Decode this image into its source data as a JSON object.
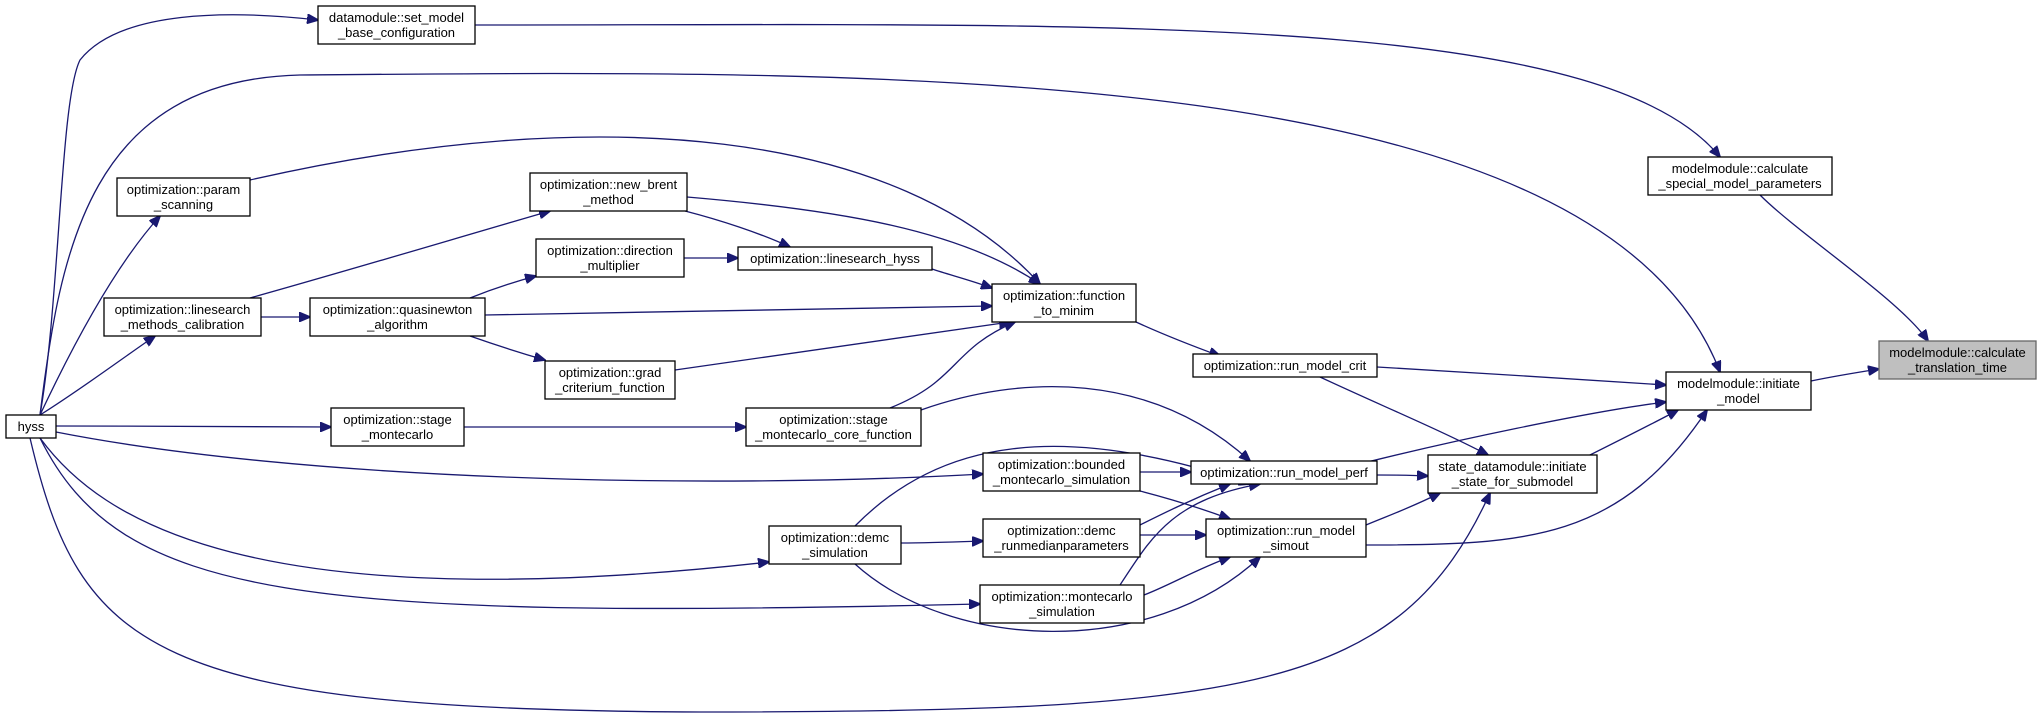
{
  "graph": {
    "root": "calc_translation_time",
    "nodes": [
      {
        "id": "calc_translation_time",
        "lines": [
          "modelmodule::calculate",
          "_translation_time"
        ],
        "root": true
      },
      {
        "id": "set_model_base_config",
        "lines": [
          "datamodule::set_model",
          "_base_configuration"
        ]
      },
      {
        "id": "calc_special_params",
        "lines": [
          "modelmodule::calculate",
          "_special_model_parameters"
        ]
      },
      {
        "id": "initiate_model",
        "lines": [
          "modelmodule::initiate",
          "_model"
        ]
      },
      {
        "id": "param_scanning",
        "lines": [
          "optimization::param",
          "_scanning"
        ]
      },
      {
        "id": "new_brent_method",
        "lines": [
          "optimization::new_brent",
          "_method"
        ]
      },
      {
        "id": "direction_multiplier",
        "lines": [
          "optimization::direction",
          "_multiplier"
        ]
      },
      {
        "id": "linesearch_hyss",
        "lines": [
          "optimization::linesearch_hyss"
        ]
      },
      {
        "id": "linesearch_methods_calibration",
        "lines": [
          "optimization::linesearch",
          "_methods_calibration"
        ]
      },
      {
        "id": "quasinewton_algorithm",
        "lines": [
          "optimization::quasinewton",
          "_algorithm"
        ]
      },
      {
        "id": "function_to_minim",
        "lines": [
          "optimization::function",
          "_to_minim"
        ]
      },
      {
        "id": "grad_criterium_function",
        "lines": [
          "optimization::grad",
          "_criterium_function"
        ]
      },
      {
        "id": "run_model_crit",
        "lines": [
          "optimization::run_model_crit"
        ]
      },
      {
        "id": "hyss",
        "lines": [
          "hyss"
        ]
      },
      {
        "id": "stage_montecarlo",
        "lines": [
          "optimization::stage",
          "_montecarlo"
        ]
      },
      {
        "id": "stage_montecarlo_core_function",
        "lines": [
          "optimization::stage",
          "_montecarlo_core_function"
        ]
      },
      {
        "id": "bounded_montecarlo_simulation",
        "lines": [
          "optimization::bounded",
          "_montecarlo_simulation"
        ]
      },
      {
        "id": "run_model_perf",
        "lines": [
          "optimization::run_model_perf"
        ]
      },
      {
        "id": "initiate_state_for_submodel",
        "lines": [
          "state_datamodule::initiate",
          "_state_for_submodel"
        ]
      },
      {
        "id": "demc_simulation",
        "lines": [
          "optimization::demc",
          "_simulation"
        ]
      },
      {
        "id": "demc_runmedianparameters",
        "lines": [
          "optimization::demc",
          "_runmedianparameters"
        ]
      },
      {
        "id": "run_model_simout",
        "lines": [
          "optimization::run_model",
          "_simout"
        ]
      },
      {
        "id": "montecarlo_simulation",
        "lines": [
          "optimization::montecarlo",
          "_simulation"
        ]
      }
    ],
    "edges": [
      {
        "from": "initiate_model",
        "to": "calc_translation_time"
      },
      {
        "from": "calc_special_params",
        "to": "calc_translation_time"
      },
      {
        "from": "set_model_base_config",
        "to": "calc_special_params"
      },
      {
        "from": "hyss",
        "to": "set_model_base_config"
      },
      {
        "from": "hyss",
        "to": "initiate_model"
      },
      {
        "from": "run_model_crit",
        "to": "initiate_model"
      },
      {
        "from": "run_model_perf",
        "to": "initiate_model"
      },
      {
        "from": "initiate_state_for_submodel",
        "to": "initiate_model"
      },
      {
        "from": "run_model_simout",
        "to": "initiate_model"
      },
      {
        "from": "function_to_minim",
        "to": "run_model_crit"
      },
      {
        "from": "run_model_crit",
        "to": "initiate_state_for_submodel"
      },
      {
        "from": "run_model_perf",
        "to": "initiate_state_for_submodel"
      },
      {
        "from": "run_model_simout",
        "to": "initiate_state_for_submodel"
      },
      {
        "from": "hyss",
        "to": "initiate_state_for_submodel"
      },
      {
        "from": "param_scanning",
        "to": "function_to_minim"
      },
      {
        "from": "new_brent_method",
        "to": "function_to_minim"
      },
      {
        "from": "linesearch_hyss",
        "to": "function_to_minim"
      },
      {
        "from": "quasinewton_algorithm",
        "to": "function_to_minim"
      },
      {
        "from": "grad_criterium_function",
        "to": "function_to_minim"
      },
      {
        "from": "stage_montecarlo_core_function",
        "to": "function_to_minim"
      },
      {
        "from": "new_brent_method",
        "to": "linesearch_hyss"
      },
      {
        "from": "direction_multiplier",
        "to": "linesearch_hyss"
      },
      {
        "from": "quasinewton_algorithm",
        "to": "direction_multiplier"
      },
      {
        "from": "quasinewton_algorithm",
        "to": "grad_criterium_function"
      },
      {
        "from": "linesearch_methods_calibration",
        "to": "new_brent_method"
      },
      {
        "from": "linesearch_methods_calibration",
        "to": "quasinewton_algorithm"
      },
      {
        "from": "hyss",
        "to": "param_scanning"
      },
      {
        "from": "hyss",
        "to": "linesearch_methods_calibration"
      },
      {
        "from": "hyss",
        "to": "stage_montecarlo"
      },
      {
        "from": "stage_montecarlo",
        "to": "stage_montecarlo_core_function"
      },
      {
        "from": "stage_montecarlo_core_function",
        "to": "run_model_perf"
      },
      {
        "from": "hyss",
        "to": "bounded_montecarlo_simulation"
      },
      {
        "from": "bounded_montecarlo_simulation",
        "to": "run_model_perf"
      },
      {
        "from": "bounded_montecarlo_simulation",
        "to": "run_model_simout"
      },
      {
        "from": "demc_simulation",
        "to": "run_model_perf"
      },
      {
        "from": "demc_runmedianparameters",
        "to": "run_model_perf"
      },
      {
        "from": "demc_runmedianparameters",
        "to": "run_model_simout"
      },
      {
        "from": "montecarlo_simulation",
        "to": "run_model_perf"
      },
      {
        "from": "montecarlo_simulation",
        "to": "run_model_simout"
      },
      {
        "from": "demc_simulation",
        "to": "run_model_simout"
      },
      {
        "from": "demc_simulation",
        "to": "demc_runmedianparameters"
      },
      {
        "from": "hyss",
        "to": "demc_simulation"
      },
      {
        "from": "hyss",
        "to": "montecarlo_simulation"
      }
    ]
  }
}
